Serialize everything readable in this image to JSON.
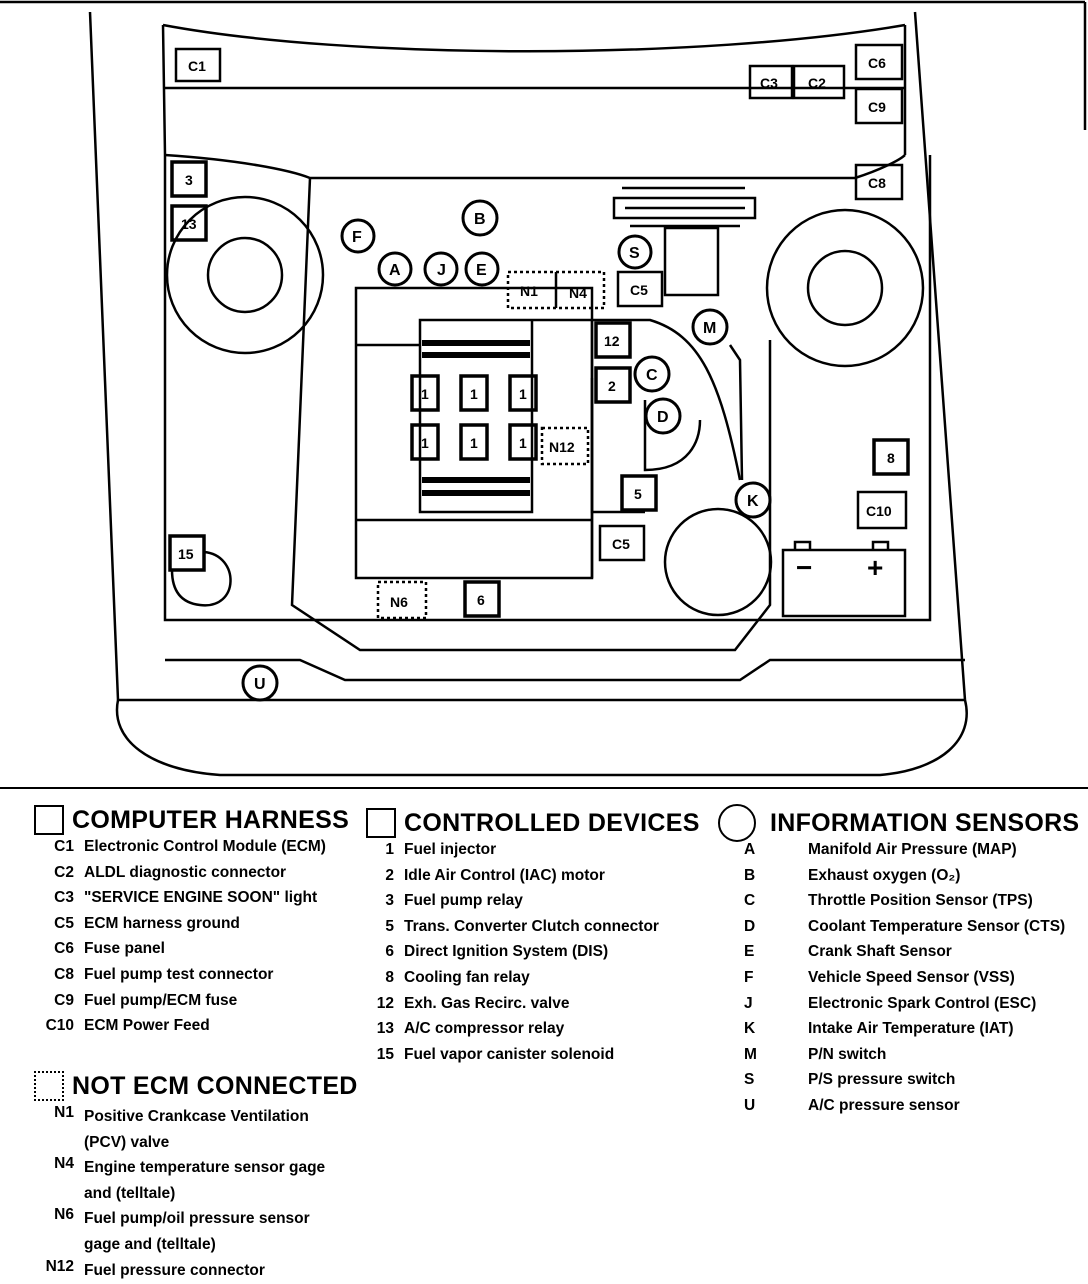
{
  "diagram": {
    "connectors": {
      "C1": "C1",
      "C2": "C2",
      "C3": "C3",
      "C5": "C5",
      "C6": "C6",
      "C8": "C8",
      "C9": "C9",
      "C10": "C10"
    },
    "devices": {
      "d1": "1",
      "d2": "2",
      "d3": "3",
      "d5": "5",
      "d6": "6",
      "d8": "8",
      "d12": "12",
      "d13": "13",
      "d15": "15"
    },
    "sensors": {
      "A": "A",
      "B": "B",
      "C": "C",
      "D": "D",
      "E": "E",
      "F": "F",
      "J": "J",
      "K": "K",
      "M": "M",
      "S": "S",
      "U": "U"
    },
    "not_ecm": {
      "N1": "N1",
      "N4": "N4",
      "N6": "N6",
      "N12": "N12"
    },
    "battery": {
      "minus": "−",
      "plus": "+"
    }
  },
  "legend": {
    "computer_harness": {
      "title": "COMPUTER HARNESS",
      "items": [
        {
          "code": "C1",
          "label": "Electronic Control Module (ECM)"
        },
        {
          "code": "C2",
          "label": "ALDL diagnostic connector"
        },
        {
          "code": "C3",
          "label": "\"SERVICE ENGINE SOON\" light"
        },
        {
          "code": "C5",
          "label": "ECM harness ground"
        },
        {
          "code": "C6",
          "label": "Fuse panel"
        },
        {
          "code": "C8",
          "label": "Fuel pump test connector"
        },
        {
          "code": "C9",
          "label": "Fuel pump/ECM fuse"
        },
        {
          "code": "C10",
          "label": "ECM Power Feed"
        }
      ]
    },
    "not_ecm_connected": {
      "title": "NOT ECM CONNECTED",
      "items": [
        {
          "code": "N1",
          "label": "Positive Crankcase Ventilation (PCV) valve"
        },
        {
          "code": "N4",
          "label": "Engine temperature sensor gage and (telltale)"
        },
        {
          "code": "N6",
          "label": "Fuel pump/oil pressure sensor gage and (telltale)"
        },
        {
          "code": "N12",
          "label": "Fuel pressure connector"
        }
      ]
    },
    "controlled_devices": {
      "title": "CONTROLLED DEVICES",
      "items": [
        {
          "code": "1",
          "label": "Fuel injector"
        },
        {
          "code": "2",
          "label": "Idle Air Control (IAC) motor"
        },
        {
          "code": "3",
          "label": "Fuel pump relay"
        },
        {
          "code": "5",
          "label": "Trans. Converter Clutch connector"
        },
        {
          "code": "6",
          "label": "Direct Ignition System (DIS)"
        },
        {
          "code": "8",
          "label": "Cooling fan relay"
        },
        {
          "code": "12",
          "label": "Exh. Gas Recirc. valve"
        },
        {
          "code": "13",
          "label": "A/C compressor relay"
        },
        {
          "code": "15",
          "label": "Fuel vapor canister solenoid"
        }
      ]
    },
    "information_sensors": {
      "title": "INFORMATION SENSORS",
      "items": [
        {
          "code": "A",
          "label": "Manifold Air Pressure (MAP)"
        },
        {
          "code": "B",
          "label": "Exhaust oxygen (O₂)"
        },
        {
          "code": "C",
          "label": "Throttle Position Sensor (TPS)"
        },
        {
          "code": "D",
          "label": "Coolant Temperature Sensor (CTS)"
        },
        {
          "code": "E",
          "label": "Crank Shaft Sensor"
        },
        {
          "code": "F",
          "label": "Vehicle Speed Sensor (VSS)"
        },
        {
          "code": "J",
          "label": "Electronic Spark Control (ESC)"
        },
        {
          "code": "K",
          "label": "Intake Air Temperature (IAT)"
        },
        {
          "code": "M",
          "label": "P/N switch"
        },
        {
          "code": "S",
          "label": "P/S pressure switch"
        },
        {
          "code": "U",
          "label": "A/C pressure sensor"
        }
      ]
    }
  }
}
